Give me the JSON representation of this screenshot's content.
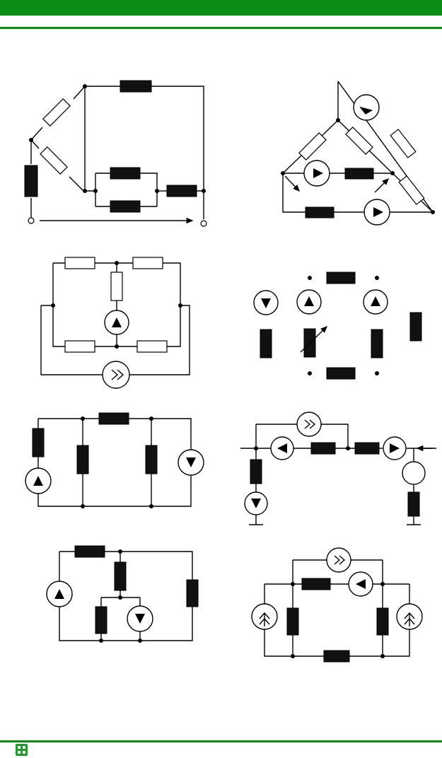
{
  "colors": {
    "header_bar": "#0a8f14",
    "rule_line": "#0a8f14",
    "ink": "#000000",
    "resistor_fill": "#111111",
    "footer_icon": "#1f9a2a"
  },
  "icons": {
    "footer": "book-logo-icon"
  },
  "diagrams": [
    {
      "id": "circuit-1",
      "description_kind": "bridge with two-terminal port"
    },
    {
      "id": "circuit-2",
      "description_kind": "triangle network with sources"
    },
    {
      "id": "circuit-3",
      "description_kind": "bridge with dependent source"
    },
    {
      "id": "circuit-4",
      "description_kind": "loose elements set"
    },
    {
      "id": "circuit-5",
      "description_kind": "ladder with current sources"
    },
    {
      "id": "circuit-6",
      "description_kind": "line with grounded branches"
    },
    {
      "id": "circuit-7",
      "description_kind": "two-loop network"
    },
    {
      "id": "circuit-8",
      "description_kind": "loop with controlled sources"
    }
  ]
}
